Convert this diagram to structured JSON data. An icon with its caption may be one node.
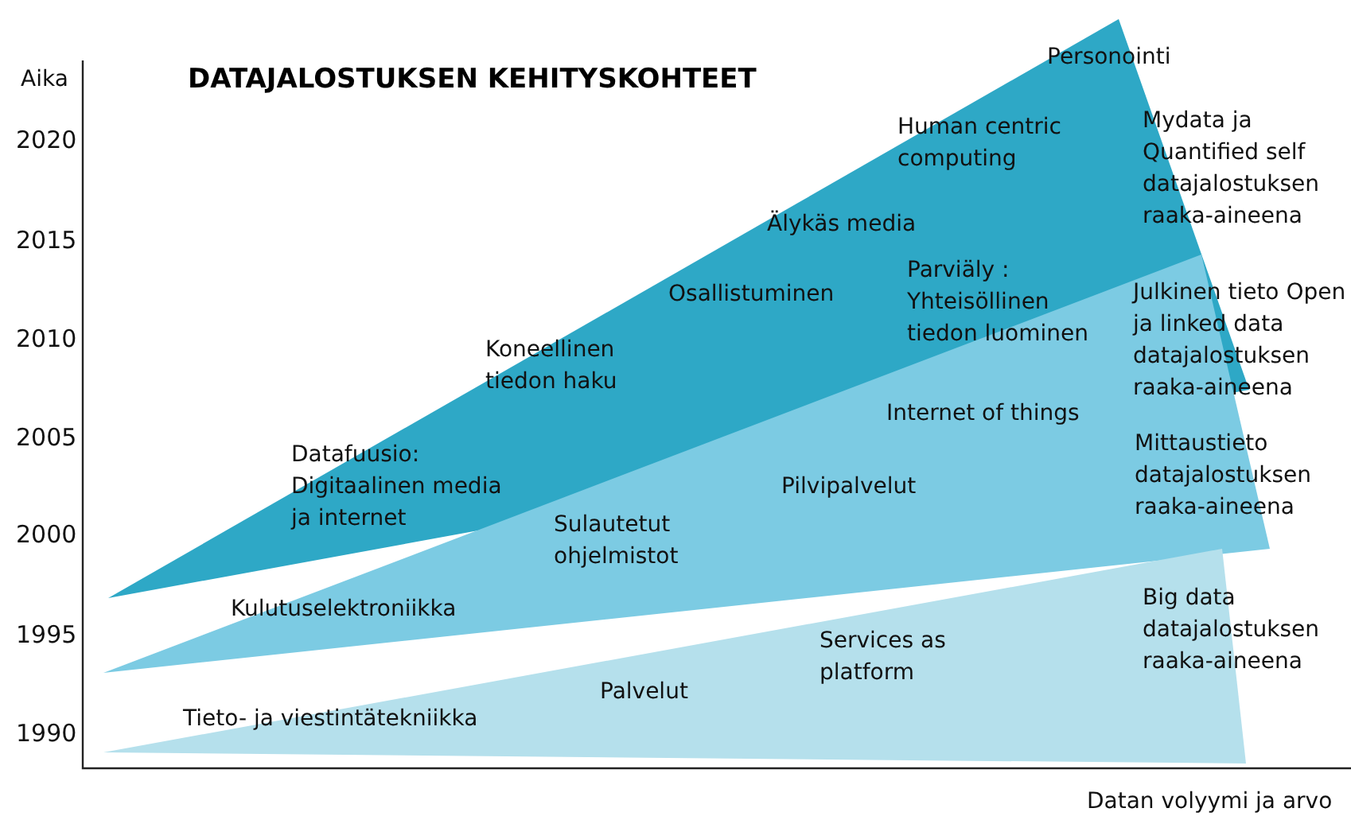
{
  "diagram": {
    "title": "DATAJALOSTUKSEN KEHITYSKOHTEET",
    "labels": [
      "Aika",
      "Personointi",
      "Human centric computing",
      "Mydata ja Quantified self datajalostuksen raaka-aineena",
      "2020",
      "Älykäs media",
      "2015",
      "Parviäly : Yhteisöllinen tiedon luominen",
      "Osallistuminen",
      "Julkinen tieto Open ja linked data datajalostuksen raaka-aineena",
      "2010",
      "Koneellinen tiedon haku",
      "2005",
      "Internet of things",
      "Mittaustieto datajalostuksen raaka-aineena",
      "Datafuusio: Digitaalinen media ja internet",
      "Pilvipalvelut",
      "Sulautetut ohjelmistot",
      "2000",
      "Kulutuselektroniikka",
      "Big data datajalostuksen raaka-aineena",
      "1995",
      "Services as platform",
      "Palvelut",
      "Tieto- ja viestintätekniikka",
      "1990",
      "Datan volyymi ja arvo"
    ]
  }
}
